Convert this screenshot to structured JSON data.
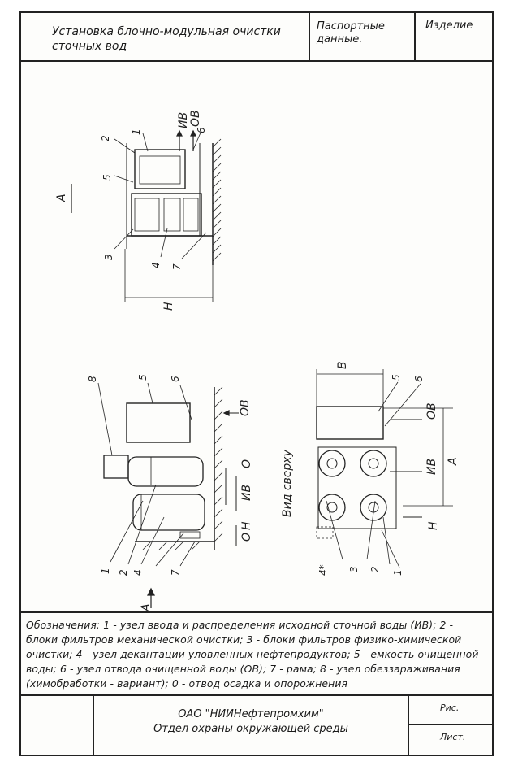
{
  "header": {
    "title": "Установка блочно-модульная очистки сточных вод",
    "passport_label": "Паспортные данные.",
    "product_label": "Изделие"
  },
  "drawing": {
    "section_marker": "А",
    "label_IV": "ИВ",
    "label_OV": "ОВ",
    "label_O": "О",
    "label_H": "Н",
    "label_A": "А",
    "label_B": "В",
    "view_label": "Вид сверху",
    "callouts": [
      "1",
      "2",
      "3",
      "4",
      "5",
      "6",
      "7",
      "8",
      "4*"
    ]
  },
  "legend": {
    "text": "Обозначения: 1 - узел ввода и распределения исходной сточной воды (ИВ); 2 - блоки фильтров механической очистки; 3 - блоки фильтров физико-химической очистки; 4 - узел декантации уловленных нефтепродуктов; 5 - емкость очищенной воды; 6 - узел отвода очищенной воды (ОВ); 7 - рама; 8 - узел обеззараживания (химобработки - вариант); 0 - отвод осадка и опорожнения"
  },
  "footer": {
    "org_name": "ОАО \"НИИНефтепромхим\"",
    "department": "Отдел охраны окружающей среды",
    "fig_label": "Рис.",
    "sheet_label": "Лист."
  }
}
